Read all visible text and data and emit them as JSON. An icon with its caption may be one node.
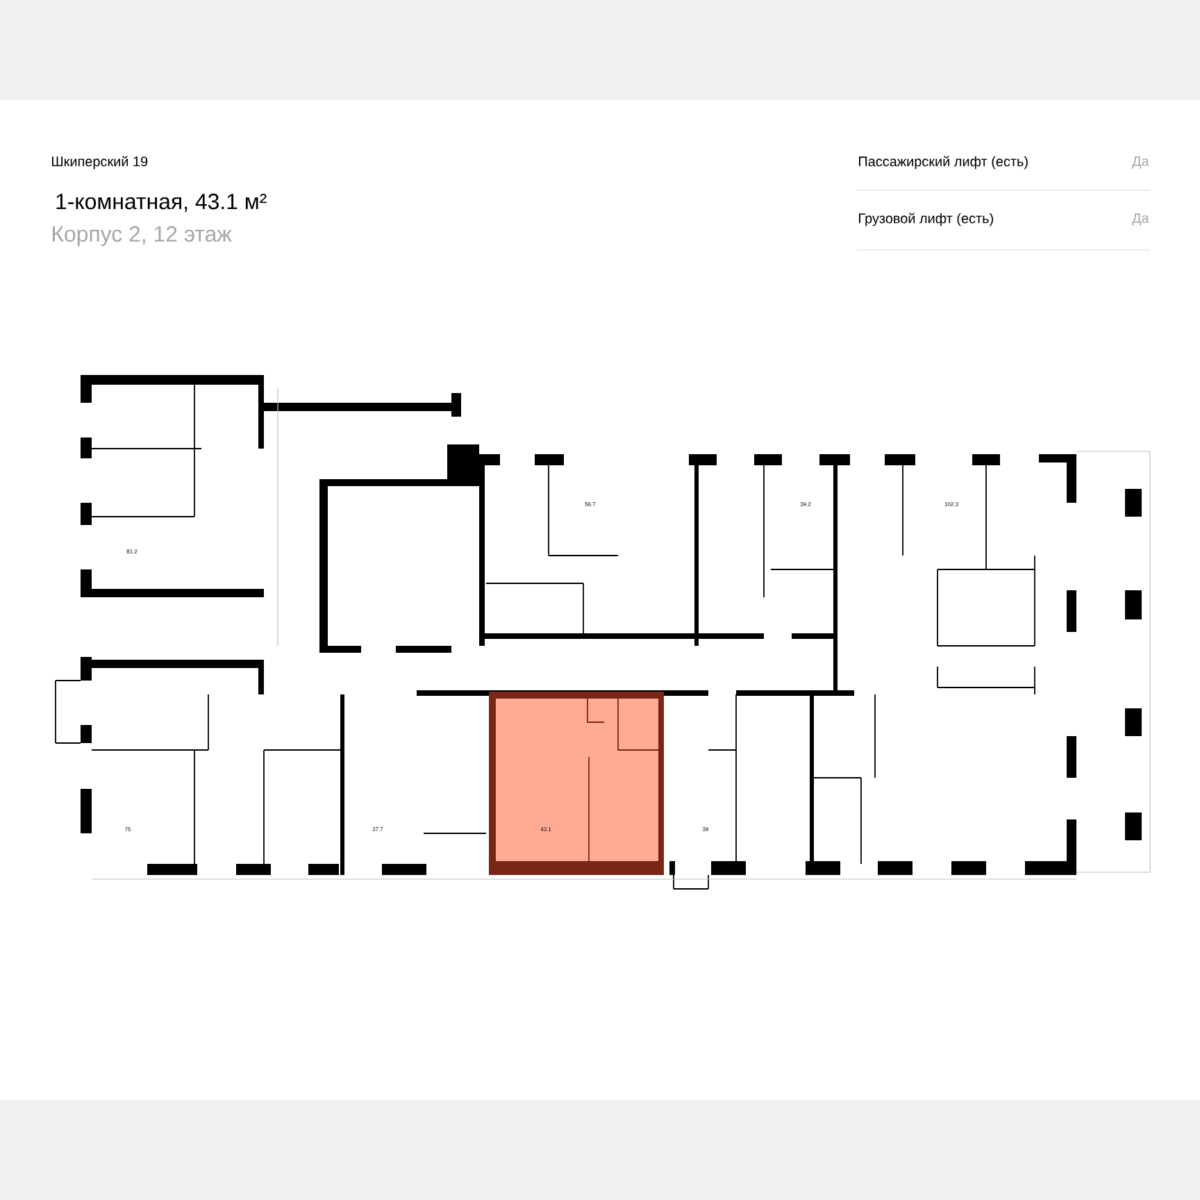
{
  "diagram": {
    "title": "1-комнатная, 43.1 м²",
    "nodes": [
      {
        "text": [
          "43.1"
        ]
      }
    ],
    "labels": [
      "Шкиперский 19",
      "Корпус 2, 12 этаж",
      "Пассажирский лифт (есть)",
      "Да",
      "Грузовой лифт (есть)",
      "Да",
      "81.2",
      "56.7",
      "39.2",
      "102.3",
      "75",
      "37.7",
      "39"
    ]
  }
}
